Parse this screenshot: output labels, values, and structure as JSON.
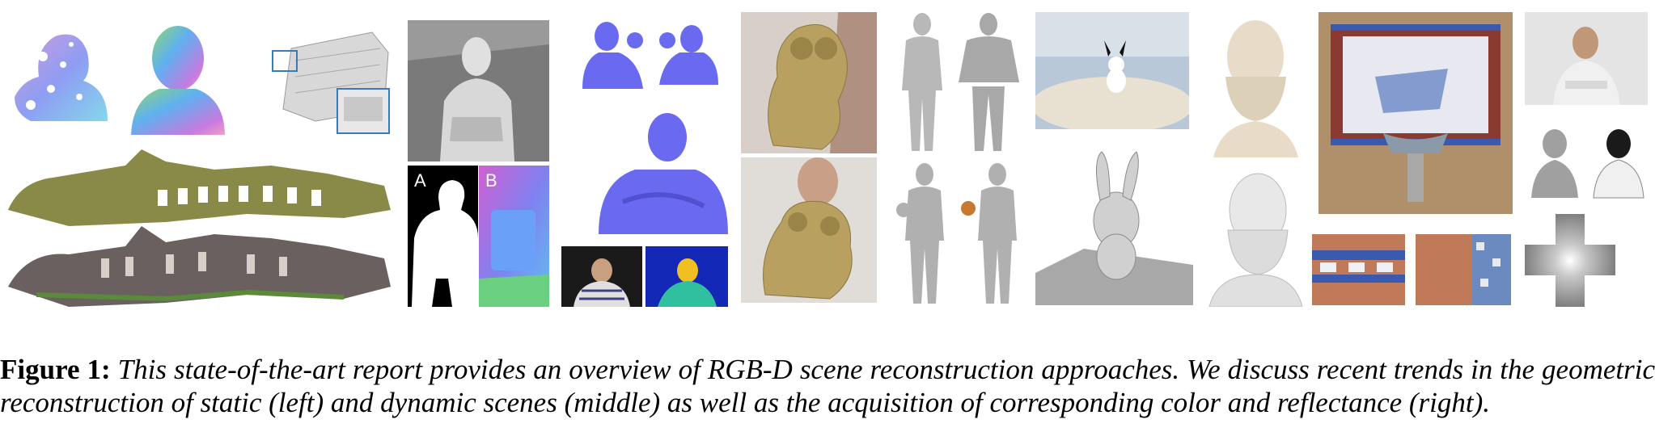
{
  "figure": {
    "label": "Figure 1:",
    "caption_text": "This state-of-the-art report provides an overview of RGB-D scene reconstruction approaches. We discuss recent trends in the geometric reconstruction of static (left) and dynamic scenes (middle) as well as the acquisition of corresponding color and reflectance (right)."
  },
  "insets": {
    "a": "A",
    "b": "B"
  }
}
